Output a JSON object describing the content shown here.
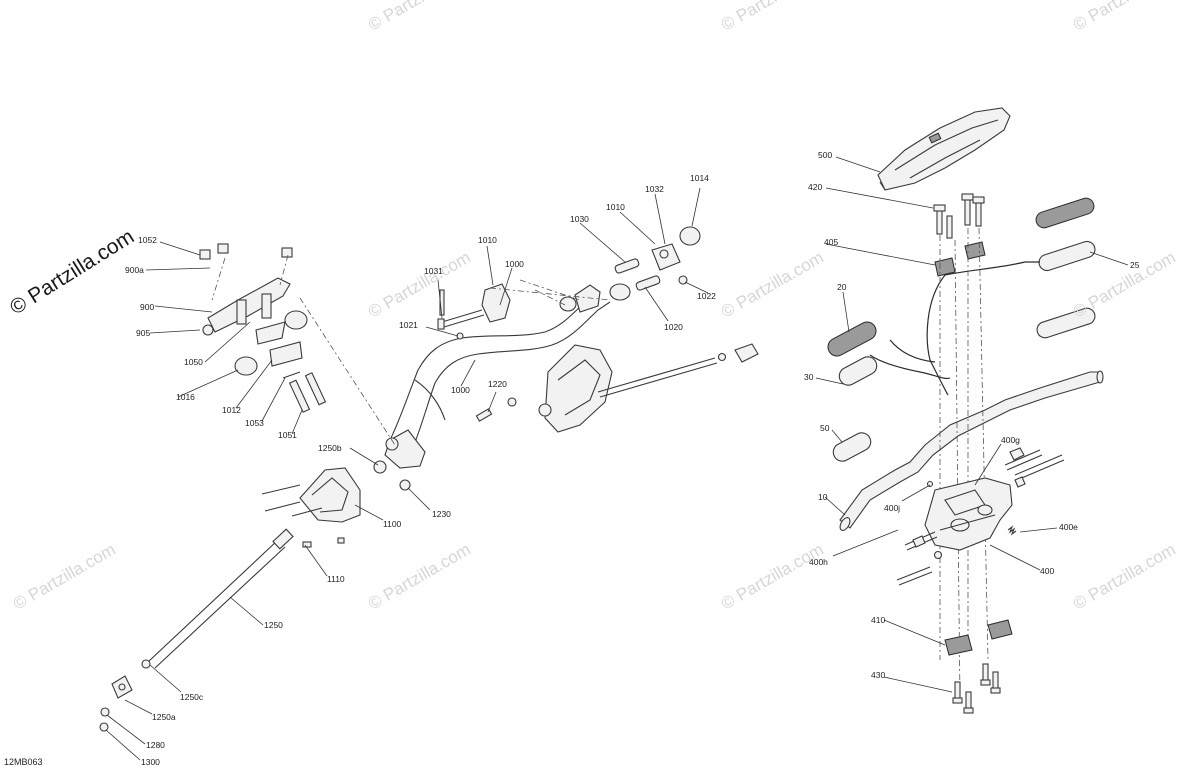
{
  "watermark": {
    "main": "© Partzilla.com",
    "repeat": "© Partzilla.com"
  },
  "drawing_code": "12MB063",
  "callouts": [
    {
      "id": "c500",
      "text": "500"
    },
    {
      "id": "c420",
      "text": "420"
    },
    {
      "id": "c405",
      "text": "405"
    },
    {
      "id": "c25",
      "text": "25"
    },
    {
      "id": "c20",
      "text": "20"
    },
    {
      "id": "c30",
      "text": "30"
    },
    {
      "id": "c50",
      "text": "50"
    },
    {
      "id": "c10",
      "text": "10"
    },
    {
      "id": "c400g",
      "text": "400g"
    },
    {
      "id": "c400j",
      "text": "400j"
    },
    {
      "id": "c400e",
      "text": "400e"
    },
    {
      "id": "c400h",
      "text": "400h"
    },
    {
      "id": "c400",
      "text": "400"
    },
    {
      "id": "c410",
      "text": "410"
    },
    {
      "id": "c430",
      "text": "430"
    },
    {
      "id": "c1014",
      "text": "1014"
    },
    {
      "id": "c1032",
      "text": "1032"
    },
    {
      "id": "c1010a",
      "text": "1010"
    },
    {
      "id": "c1030",
      "text": "1030"
    },
    {
      "id": "c1010b",
      "text": "1010"
    },
    {
      "id": "c1000a",
      "text": "1000"
    },
    {
      "id": "c1031",
      "text": "1031"
    },
    {
      "id": "c1022",
      "text": "1022"
    },
    {
      "id": "c1020",
      "text": "1020"
    },
    {
      "id": "c1021",
      "text": "1021"
    },
    {
      "id": "c1000b",
      "text": "1000"
    },
    {
      "id": "c1220",
      "text": "1220"
    },
    {
      "id": "c1230",
      "text": "1230"
    },
    {
      "id": "c1250b",
      "text": "1250b"
    },
    {
      "id": "c1100",
      "text": "1100"
    },
    {
      "id": "c1110",
      "text": "1110"
    },
    {
      "id": "c1250",
      "text": "1250"
    },
    {
      "id": "c1250c",
      "text": "1250c"
    },
    {
      "id": "c1250a",
      "text": "1250a"
    },
    {
      "id": "c1280",
      "text": "1280"
    },
    {
      "id": "c1300",
      "text": "1300"
    },
    {
      "id": "c1052",
      "text": "1052"
    },
    {
      "id": "c900a",
      "text": "900a"
    },
    {
      "id": "c900",
      "text": "900"
    },
    {
      "id": "c905",
      "text": "905"
    },
    {
      "id": "c1050",
      "text": "1050"
    },
    {
      "id": "c1016",
      "text": "1016"
    },
    {
      "id": "c1012",
      "text": "1012"
    },
    {
      "id": "c1053",
      "text": "1053"
    },
    {
      "id": "c1051",
      "text": "1051"
    }
  ]
}
